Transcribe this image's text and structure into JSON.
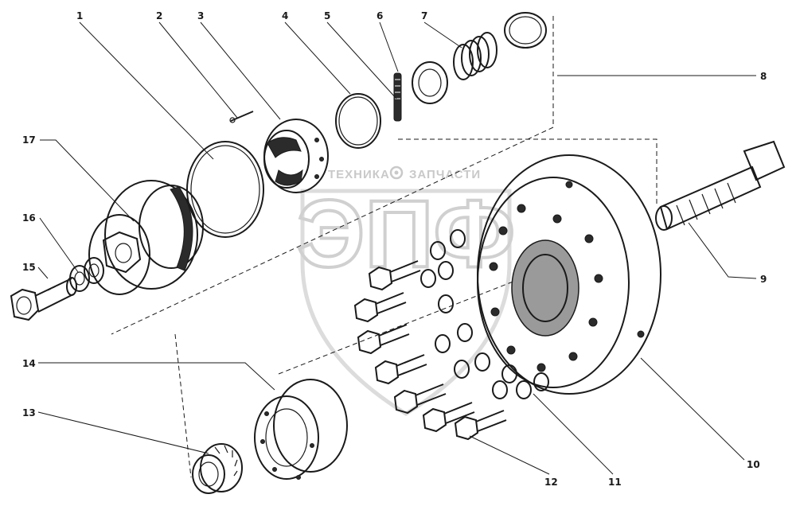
{
  "watermark": {
    "left_text": "ТЕХНИКА",
    "right_text": "ЗАПЧАСТИ",
    "logo_text": "ЭПФ",
    "gear_icon": "gear-icon"
  },
  "callouts": [
    {
      "id": "c1",
      "label": "1"
    },
    {
      "id": "c2",
      "label": "2"
    },
    {
      "id": "c3",
      "label": "3"
    },
    {
      "id": "c4",
      "label": "4"
    },
    {
      "id": "c5",
      "label": "5"
    },
    {
      "id": "c6",
      "label": "6"
    },
    {
      "id": "c7",
      "label": "7"
    },
    {
      "id": "c8",
      "label": "8"
    },
    {
      "id": "c9",
      "label": "9"
    },
    {
      "id": "c10",
      "label": "10"
    },
    {
      "id": "c11",
      "label": "11"
    },
    {
      "id": "c12",
      "label": "12"
    },
    {
      "id": "c13",
      "label": "13"
    },
    {
      "id": "c14",
      "label": "14"
    },
    {
      "id": "c15",
      "label": "15"
    },
    {
      "id": "c16",
      "label": "16"
    },
    {
      "id": "c17",
      "label": "17"
    }
  ]
}
